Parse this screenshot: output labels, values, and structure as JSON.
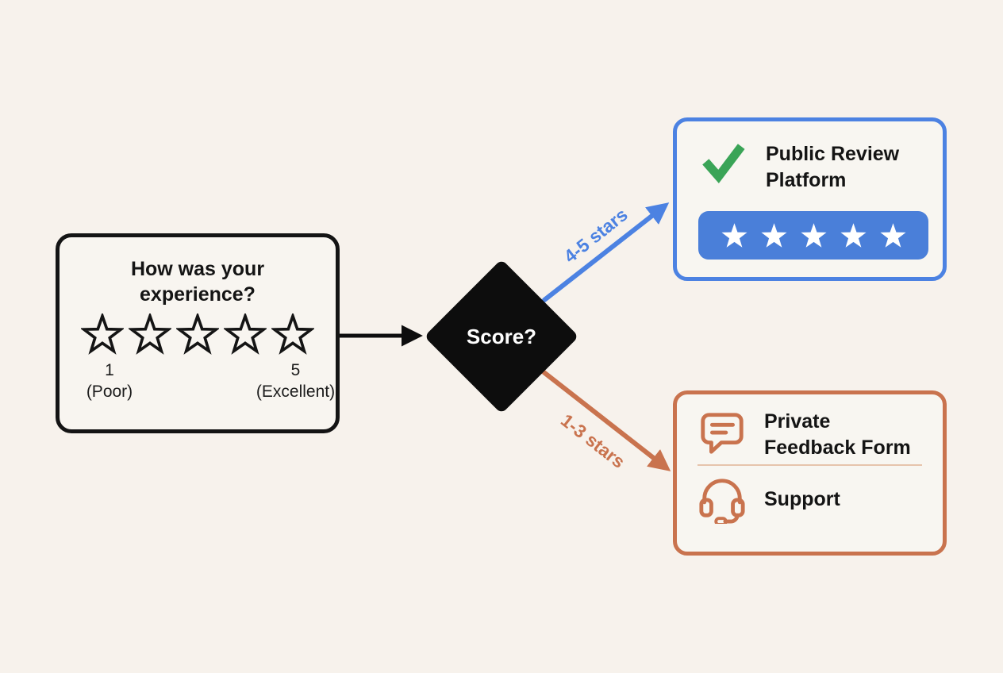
{
  "canvas": {
    "background_color": "#f7f2ec"
  },
  "survey_card": {
    "title": "How was your experience?",
    "stars_count": 5,
    "scale_min_value": "1",
    "scale_min_label": "(Poor)",
    "scale_max_value": "5",
    "scale_max_label": "(Excellent)",
    "border_color": "#141414"
  },
  "decision_diamond": {
    "label": "Score?",
    "fill_color": "#0d0d0d",
    "text_color": "#ffffff"
  },
  "branch_positive": {
    "label": "4-5 stars",
    "color": "#4c82e2"
  },
  "branch_negative": {
    "label": "1-3 stars",
    "color": "#c9734e"
  },
  "review_card": {
    "title": "Public Review Platform",
    "icon": "green-checkmark",
    "check_color": "#3aa457",
    "border_color": "#4c82e2",
    "rating_bar_color": "#4a7fd9",
    "rating_stars_count": 5,
    "rating_star_color": "#ffffff"
  },
  "feedback_card": {
    "feedback_row_label": "Private Feedback Form",
    "feedback_row_icon": "speech-bubble",
    "support_row_label": "Support",
    "support_row_icon": "headset",
    "border_color": "#c9734e"
  }
}
